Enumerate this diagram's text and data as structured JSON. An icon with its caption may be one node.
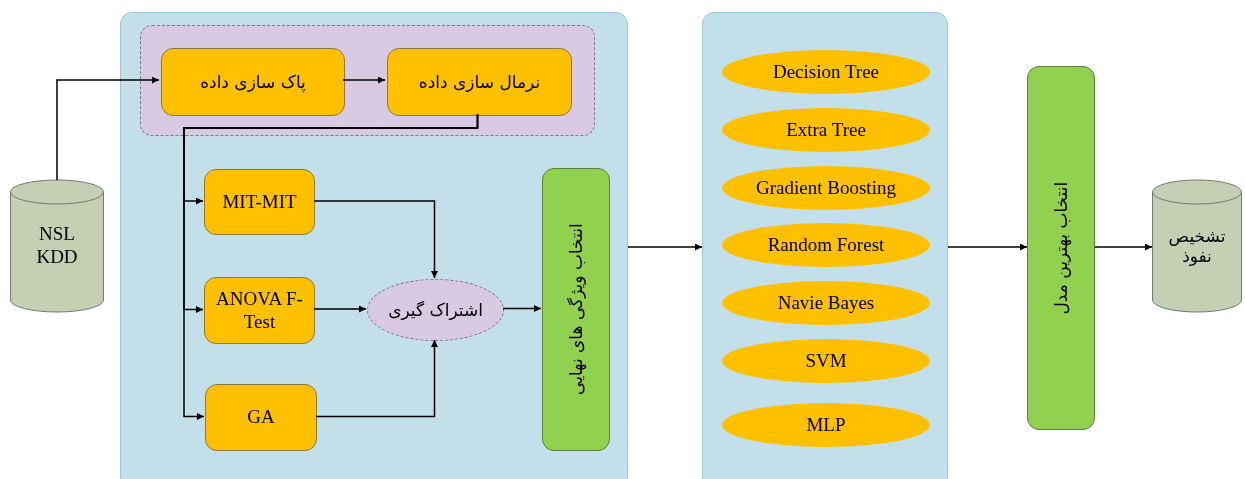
{
  "diagram": {
    "nodes": [
      {
        "text": [
          "NSL KDD"
        ]
      },
      {
        "text": [],
        "shape": "box"
      },
      {
        "text": [],
        "shape": "box",
        "in": 1
      },
      {
        "text": [
          "پاک سازی داده"
        ],
        "in": 2
      },
      {
        "text": [
          "نرمال سازی داده"
        ],
        "in": 2
      },
      {
        "text": [
          "MIT-MIT"
        ],
        "in": 1
      },
      {
        "text": [
          "ANOVA F-Test"
        ],
        "in": 1
      },
      {
        "text": [
          "GA"
        ],
        "in": 1
      },
      {
        "text": [
          "اشتراک گیری"
        ],
        "in": 1
      },
      {
        "text": [
          "انتخاب ویژگی های نهایی"
        ],
        "in": 1
      },
      {
        "text": [],
        "shape": "box"
      },
      {
        "text": [
          "Decision Tree"
        ],
        "in": 10
      },
      {
        "text": [
          "Extra Tree"
        ],
        "in": 10
      },
      {
        "text": [
          "Gradient Boosting"
        ],
        "in": 10
      },
      {
        "text": [
          "Random Forest"
        ],
        "in": 10
      },
      {
        "text": [
          "Navie Bayes"
        ],
        "in": 10
      },
      {
        "text": [
          "SVM"
        ],
        "in": 10
      },
      {
        "text": [
          "MLP"
        ],
        "in": 10
      },
      {
        "text": [
          "انتخاب بهترین مدل"
        ]
      },
      {
        "text": [
          "تشخیص نفوذ"
        ]
      }
    ],
    "edges": [
      {
        "from": 0,
        "to": 3,
        "arrow": "to"
      },
      {
        "from": 3,
        "to": 4,
        "arrow": "to"
      },
      {
        "from": 4,
        "to": 5,
        "arrow": "to"
      },
      {
        "from": 4,
        "to": 6,
        "arrow": "to"
      },
      {
        "from": 4,
        "to": 7,
        "arrow": "to"
      },
      {
        "from": 5,
        "to": 8,
        "arrow": "to"
      },
      {
        "from": 6,
        "to": 8,
        "arrow": "to"
      },
      {
        "from": 7,
        "to": 8,
        "arrow": "to"
      },
      {
        "from": 8,
        "to": 9,
        "arrow": "to"
      },
      {
        "from": 1,
        "to": 10,
        "arrow": "to"
      },
      {
        "from": 10,
        "to": 18,
        "arrow": "to"
      },
      {
        "from": 18,
        "to": 19,
        "arrow": "to"
      }
    ]
  }
}
